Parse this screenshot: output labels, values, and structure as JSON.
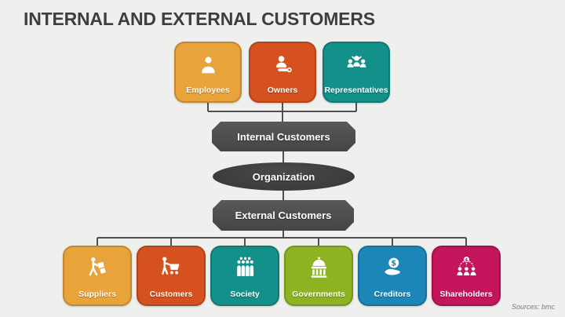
{
  "title": "INTERNAL AND EXTERNAL CUSTOMERS",
  "source_note": "Sources: bmc",
  "currency_symbol": "$",
  "hub": {
    "internal": "Internal Customers",
    "organization": "Organization",
    "external": "External Customers"
  },
  "top_nodes": [
    {
      "label": "Employees",
      "icon": "person-icon",
      "color": "#E8A33B"
    },
    {
      "label": "Owners",
      "icon": "person-wrench-icon",
      "color": "#D5511F"
    },
    {
      "label": "Representatives",
      "icon": "people-group-icon",
      "color": "#13908A"
    }
  ],
  "bottom_nodes": [
    {
      "label": "Suppliers",
      "icon": "delivery-person-icon",
      "color": "#E8A33B"
    },
    {
      "label": "Customers",
      "icon": "shopping-cart-icon",
      "color": "#D5511F"
    },
    {
      "label": "Society",
      "icon": "crowd-icon",
      "color": "#13908A"
    },
    {
      "label": "Governments",
      "icon": "government-building-icon",
      "color": "#8DB322"
    },
    {
      "label": "Creditors",
      "icon": "coin-in-hand-icon",
      "color": "#1C86B8"
    },
    {
      "label": "Shareholders",
      "icon": "shareholder-hierarchy-icon",
      "color": "#C4145C"
    }
  ],
  "colors": {
    "background": "#EFEFEE",
    "hub_dark": "#4C4C4C",
    "organization_dark": "#3B3B3B",
    "connector": "#4F4F4F",
    "title_text": "#3E3E3E",
    "amber": "#E8A33B",
    "red_orange": "#D5511F",
    "teal": "#13908A",
    "green": "#8DB322",
    "blue": "#1C86B8",
    "magenta": "#C4145C"
  }
}
